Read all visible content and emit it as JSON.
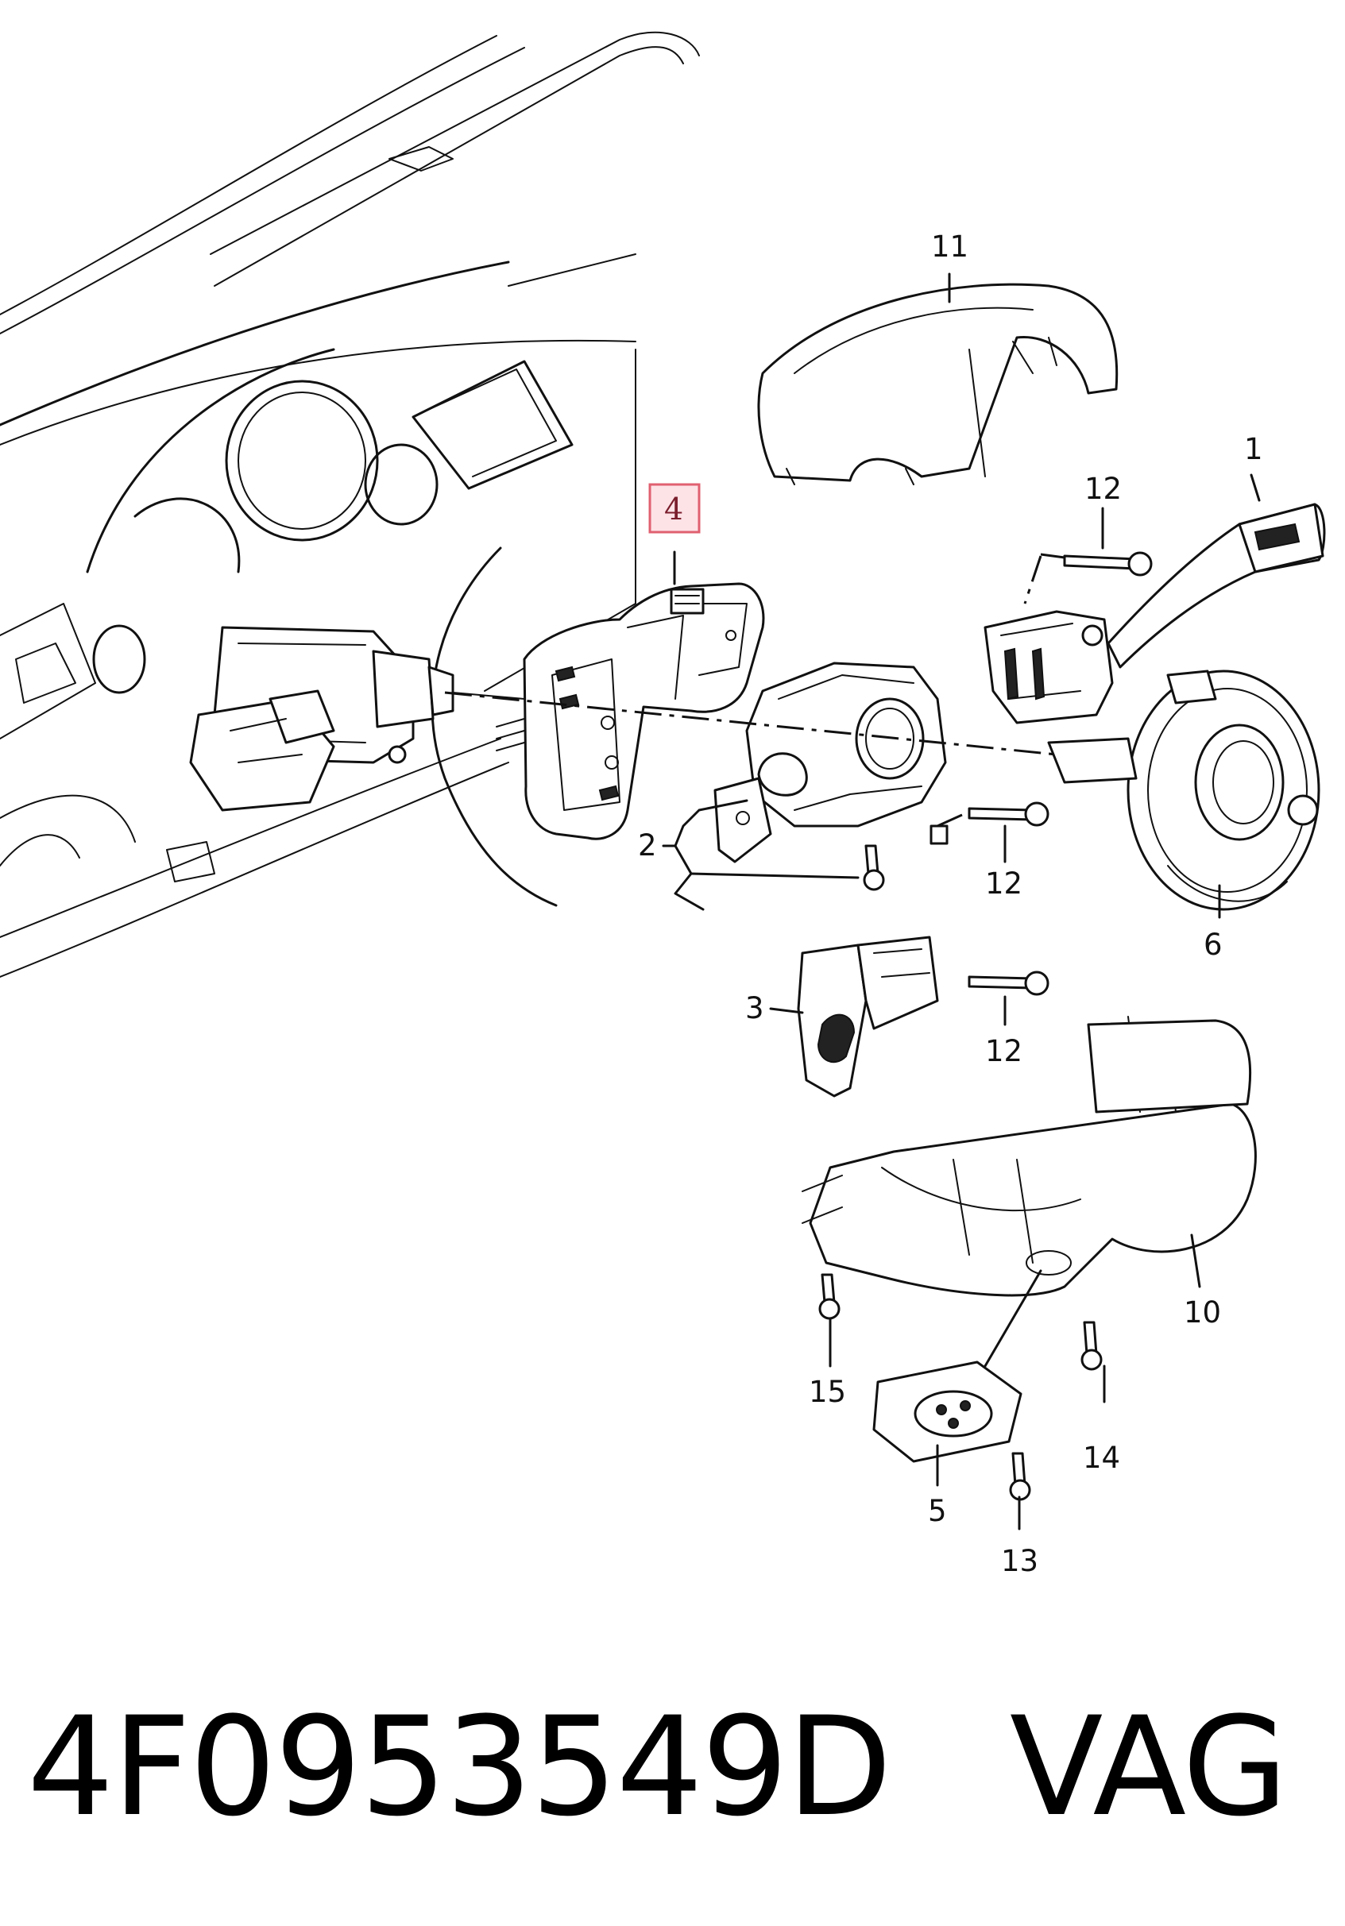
{
  "diagram": {
    "callouts": {
      "p1": "1",
      "p2": "2",
      "p3": "3",
      "p4": "4",
      "p5": "5",
      "p6": "6",
      "p10": "10",
      "p11": "11",
      "p12a": "12",
      "p12b": "12",
      "p12c": "12",
      "p13": "13",
      "p14": "14",
      "p15": "15"
    },
    "highlighted_callout": "4",
    "highlight_color": "#e06070"
  },
  "caption": {
    "part_number": "4F0953549D",
    "brand": "VAG"
  }
}
